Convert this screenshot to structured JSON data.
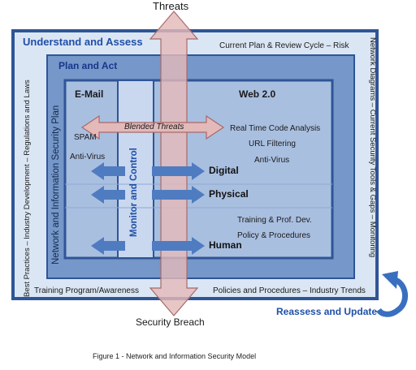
{
  "top_label": "Threats",
  "bottom_label": "Security Breach",
  "outer": {
    "title": "Understand and Assess",
    "top_right": "Current Plan & Review Cycle – Risk",
    "left_vertical": "Best Practices – Industry Development – Regulations and Laws",
    "right_vertical": "Network Diagrams – Current Security Tools & Gaps – Monitoring",
    "bottom_left": "Training Program/Awareness",
    "bottom_right": "Policies and Procedures – Industry Trends"
  },
  "plan": {
    "title": "Plan and Act",
    "vertical": "Network and Information Security Plan"
  },
  "email": {
    "title": "E-Mail",
    "items": [
      "SPAM",
      "Anti-Virus"
    ]
  },
  "monitor": {
    "label": "Monitor and Control"
  },
  "web": {
    "title": "Web 2.0",
    "items": [
      "Real Time Code Analysis",
      "URL Filtering",
      "Anti-Virus"
    ],
    "lower_items": [
      "Training & Prof. Dev.",
      "Policy & Procedures"
    ]
  },
  "blended": "Blended Threats",
  "layers": [
    "Digital",
    "Physical",
    "Human"
  ],
  "reassess": "Reassess and Update",
  "caption": "Figure 1 - Network and Information Security Model",
  "colors": {
    "outer_fill": "#dbe6f4",
    "outer_border": "#2f5597",
    "plan_fill": "#7597c9",
    "inner_fill": "#a9bfe0",
    "monitor_fill": "#c9d8ef",
    "arrow_fill": "#e3b9b9",
    "arrow_stroke": "#a86a6a",
    "layer_arrow": "#4f7cc0",
    "title_blue": "#1f4fa8"
  }
}
